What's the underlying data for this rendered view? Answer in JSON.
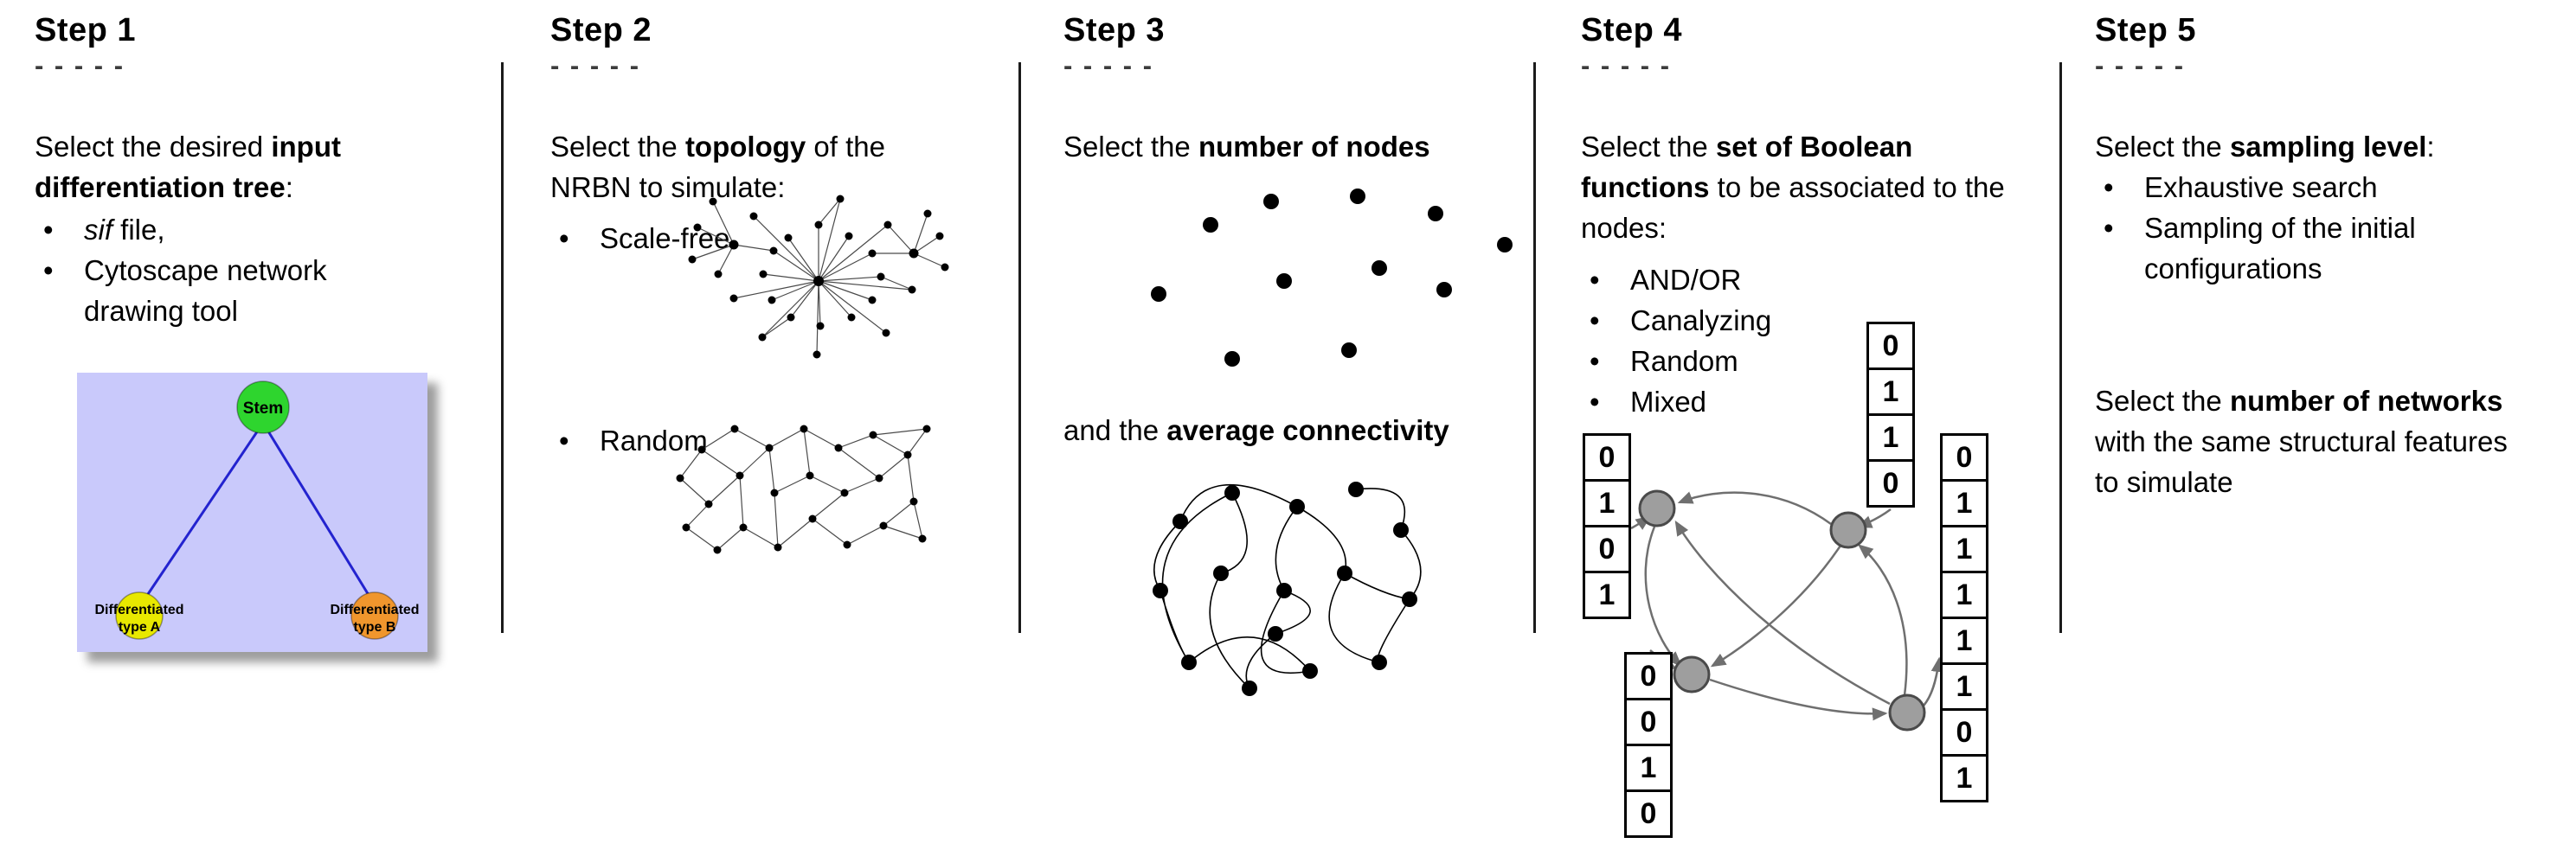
{
  "bullet_glyph": "•",
  "steps": {
    "step1": {
      "title": "Step 1",
      "dashes": "- - - - -",
      "intro": {
        "pre": "Select the desired ",
        "bold": "input differentiation tree",
        "post": ":"
      },
      "bullets": {
        "item1_italic": "sif",
        "item1_rest": " file,",
        "item2": "Cytoscape network drawing tool"
      },
      "tree": {
        "stem_label": "Stem",
        "type_a_line1": "Differentiated",
        "type_a_line2": "type A",
        "type_b_line1": "Differentiated",
        "type_b_line2": "type B",
        "colors": {
          "background": "#c9c9fb",
          "stem": "#2ed52e",
          "type_a": "#e8e800",
          "type_b": "#f0962d",
          "edge": "#2323cf"
        }
      }
    },
    "step2": {
      "title": "Step 2",
      "dashes": "- - - - -",
      "intro": {
        "pre": "Select the ",
        "bold": "topology",
        "post": " of the NRBN to simulate:"
      },
      "bullets": {
        "item1": "Scale-free",
        "item2": "Random"
      }
    },
    "step3": {
      "title": "Step 3",
      "dashes": "- - - - -",
      "line1": {
        "pre": "Select the ",
        "bold": "number of nodes",
        "post": ""
      },
      "line2": {
        "pre": "and the ",
        "bold": "average connectivity",
        "post": ""
      }
    },
    "step4": {
      "title": "Step 4",
      "dashes": "- - - - -",
      "intro": {
        "pre": "Select the ",
        "bold": "set of Boolean functions",
        "post": " to be associated to the nodes:"
      },
      "bullets": {
        "item1": "AND/OR",
        "item2": "Canalyzing",
        "item3": "Random",
        "item4": "Mixed"
      },
      "truth_tables": {
        "left": [
          "0",
          "1",
          "0",
          "1"
        ],
        "top": [
          "0",
          "1",
          "1",
          "0"
        ],
        "bottom_left": [
          "0",
          "0",
          "1",
          "0"
        ],
        "right": [
          "0",
          "1",
          "1",
          "1",
          "1",
          "1",
          "0",
          "1"
        ]
      }
    },
    "step5": {
      "title": "Step 5",
      "dashes": "- - - - -",
      "intro": {
        "pre": "Select the ",
        "bold": "sampling level",
        "post": ":"
      },
      "bullets": {
        "item1": "Exhaustive search",
        "item2": "Sampling of the initial configurations"
      },
      "para2": {
        "pre": "Select the ",
        "bold": "number of networks",
        "post": " with the same structural features to simulate"
      }
    }
  }
}
